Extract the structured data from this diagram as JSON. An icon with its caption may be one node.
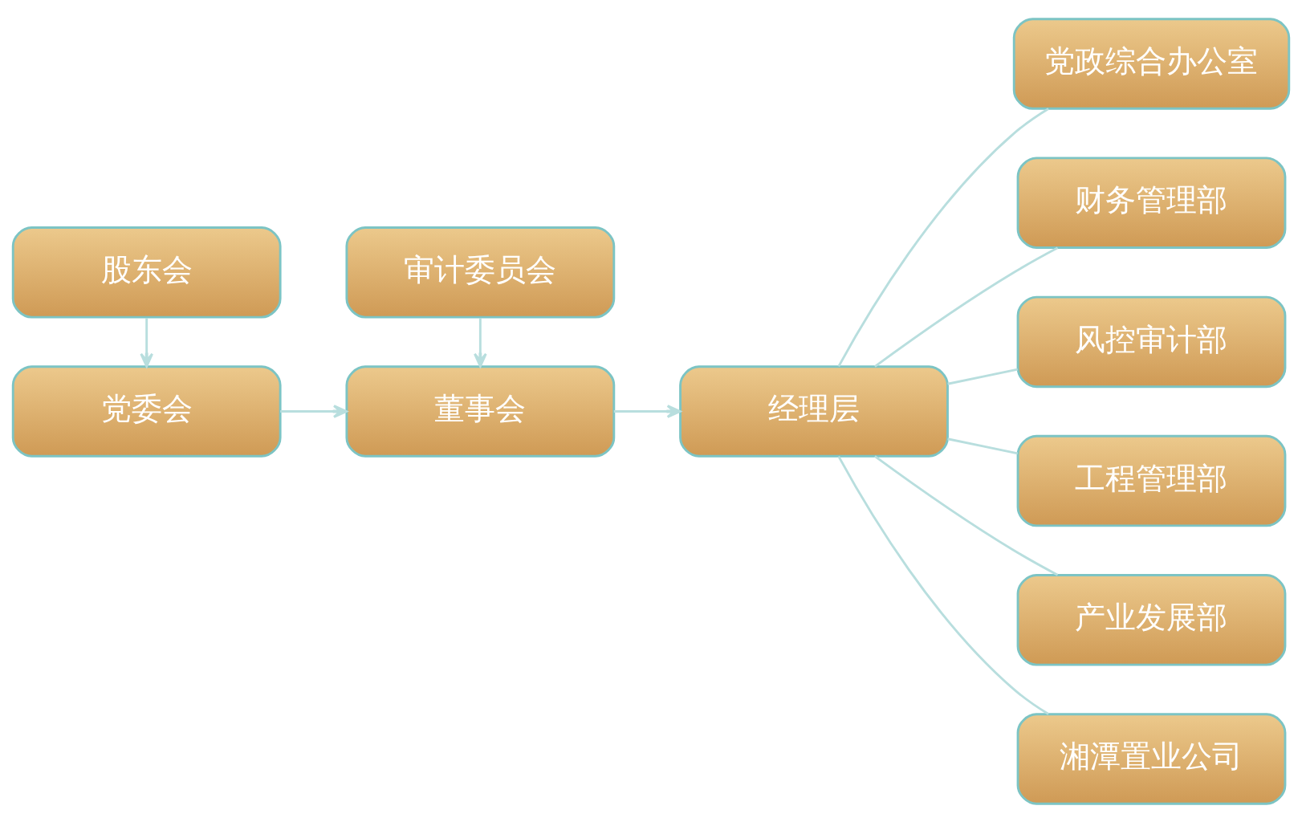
{
  "diagram": {
    "nodes": [
      {
        "text": [
          "股东会"
        ]
      },
      {
        "text": [
          "审计委员会"
        ]
      },
      {
        "text": [
          "党委会"
        ]
      },
      {
        "text": [
          "董事会"
        ]
      },
      {
        "text": [
          "经理层"
        ]
      },
      {
        "text": [
          "党政综合办公室"
        ]
      },
      {
        "text": [
          "财务管理部"
        ]
      },
      {
        "text": [
          "风控审计部"
        ]
      },
      {
        "text": [
          "工程管理部"
        ]
      },
      {
        "text": [
          "产业发展部"
        ]
      },
      {
        "text": [
          "湘潭置业公司"
        ]
      }
    ],
    "edges": [
      {
        "from": 0,
        "to": 2,
        "arrow": "to"
      },
      {
        "from": 2,
        "to": 3,
        "arrow": "to"
      },
      {
        "from": 3,
        "to": 4,
        "arrow": "to"
      },
      {
        "from": 1,
        "to": 3,
        "arrow": "to"
      },
      {
        "from": 4,
        "to": 5,
        "arrow": "none"
      },
      {
        "from": 4,
        "to": 6,
        "arrow": "none"
      },
      {
        "from": 4,
        "to": 7,
        "arrow": "none"
      },
      {
        "from": 4,
        "to": 8,
        "arrow": "none"
      },
      {
        "from": 4,
        "to": 9,
        "arrow": "none"
      },
      {
        "from": 4,
        "to": 10,
        "arrow": "none"
      }
    ]
  }
}
